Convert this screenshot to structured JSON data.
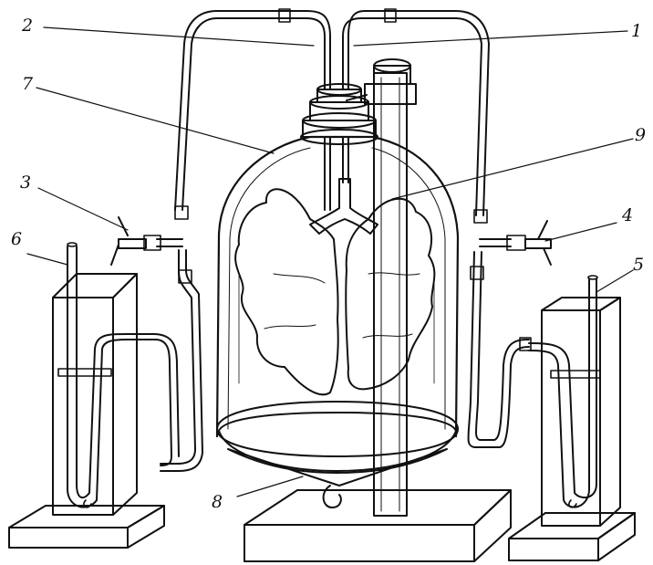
{
  "labels": {
    "l1": "1",
    "l2": "2",
    "l3": "3",
    "l4": "4",
    "l5": "5",
    "l6": "6",
    "l7": "7",
    "l8": "8",
    "l9": "9"
  },
  "colors": {
    "ink": "#111111",
    "paper": "#ffffff",
    "liquid": "#141414"
  }
}
